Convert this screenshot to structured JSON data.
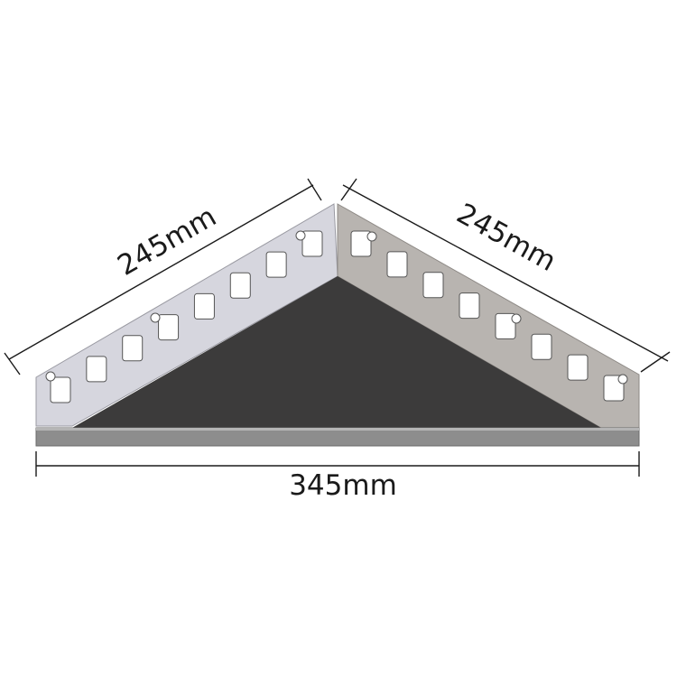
{
  "dimensions": {
    "left_edge": "245mm",
    "right_edge": "245mm",
    "front_edge": "345mm"
  },
  "colors": {
    "background": "#ffffff",
    "shelf_surface": "#3c3b3b",
    "front_lip": "#8d8d8d",
    "left_wall": "#d6d6de",
    "right_wall": "#b8b4b0",
    "hole": "#ffffff",
    "dimension_line": "#1a1a1a"
  },
  "cutouts": {
    "slots_per_side": 8,
    "round_holes": [
      "end",
      "middle",
      "end"
    ]
  }
}
